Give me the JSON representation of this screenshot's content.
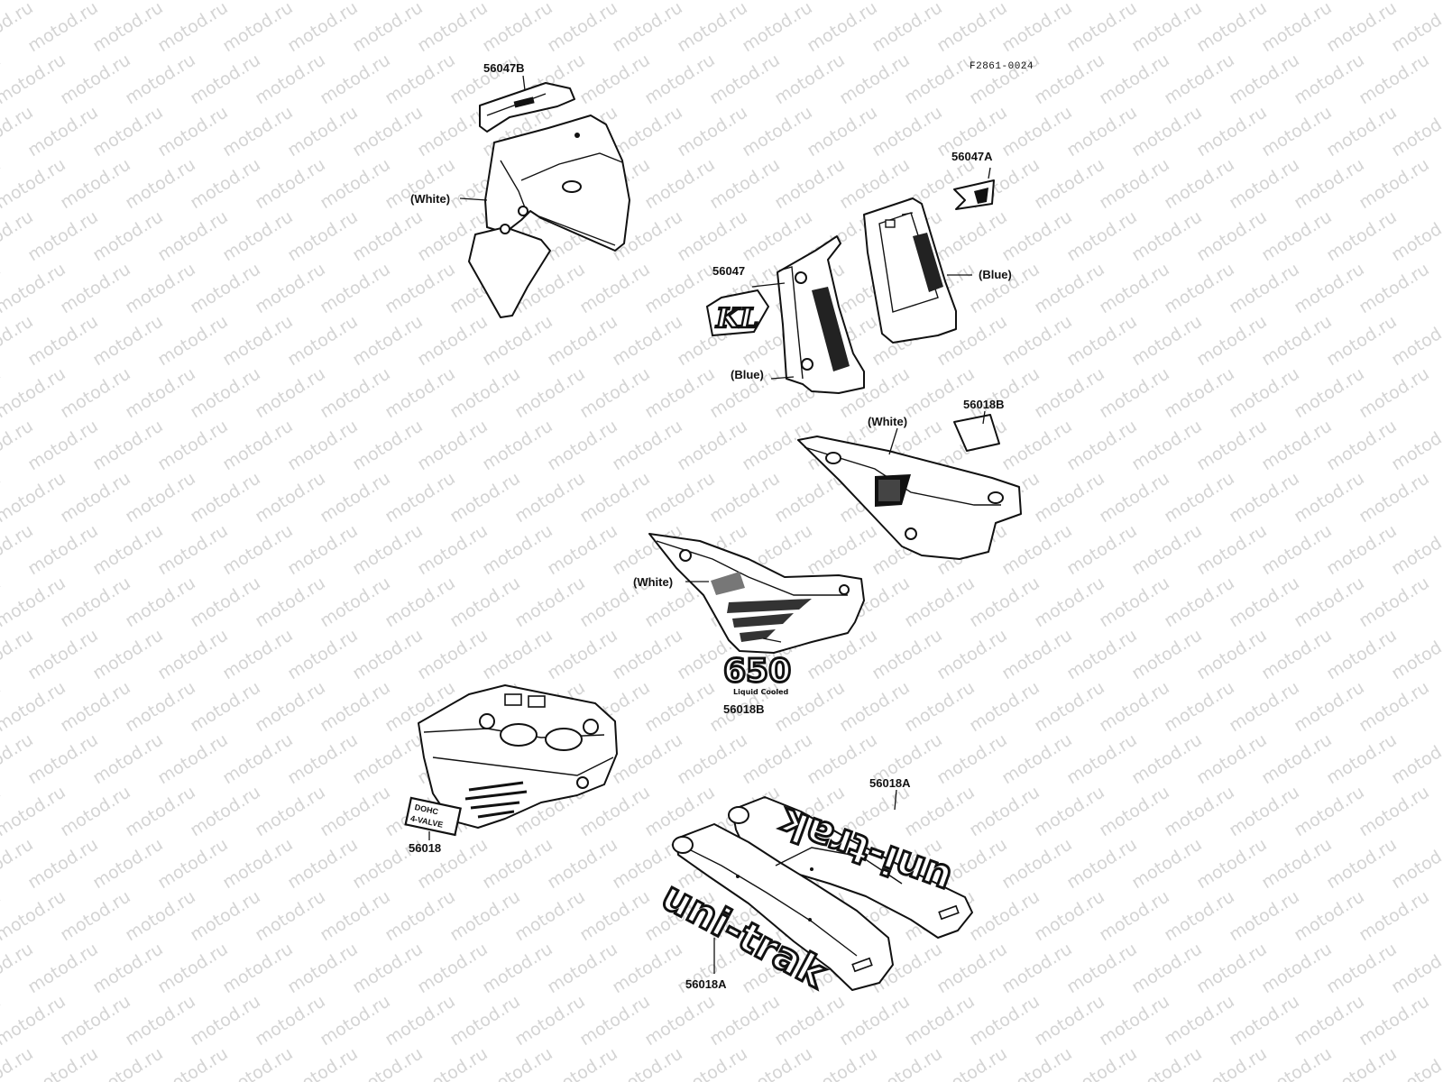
{
  "watermark": "motod.ru",
  "diagram_code": "F2861-0024",
  "labels": {
    "bracket_cover_part": "56047B",
    "headlight_cowl_color": "(White)",
    "tank_emblem_small": "56047A",
    "shroud_right_color": "(Blue)",
    "kl_emblem_part": "56047",
    "shroud_left_color": "(Blue)",
    "side_cover_decal_right": "56018B",
    "side_cover_right_color": "(White)",
    "side_cover_left_color": "(White)",
    "emblem_650_part": "56018B",
    "engine_emblem_part": "56018",
    "unitrak_upper_part": "56018A",
    "unitrak_lower_part": "56018A"
  },
  "decals": {
    "kl_text": "KL",
    "num_650": "650",
    "liquid_cooled": "Liquid Cooled",
    "unitrak": "uni-trak",
    "engine_emblem_line1": "DOHC",
    "engine_emblem_line2": "4-VALVE"
  }
}
